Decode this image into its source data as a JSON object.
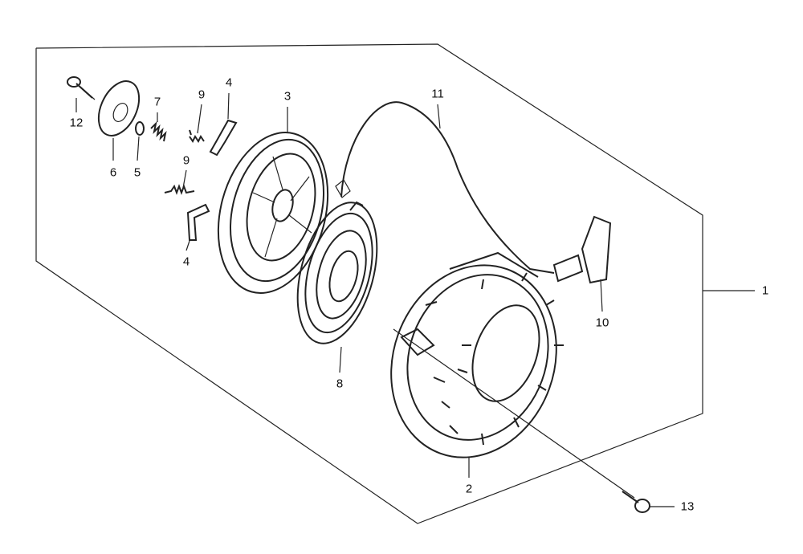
{
  "diagram": {
    "title": "Recoil starter exploded view",
    "callouts": {
      "assembly": "1",
      "case": "2",
      "reel": "3",
      "guide_a": "4",
      "guide_b": "4",
      "washer": "5",
      "ratchet_guide": "6",
      "friction_spring": "7",
      "spiral_spring": "8",
      "ratchet_spring_a": "9",
      "ratchet_spring_b": "9",
      "knob": "10",
      "rope": "11",
      "setting_bolt": "12",
      "flange_bolt": "13"
    }
  }
}
